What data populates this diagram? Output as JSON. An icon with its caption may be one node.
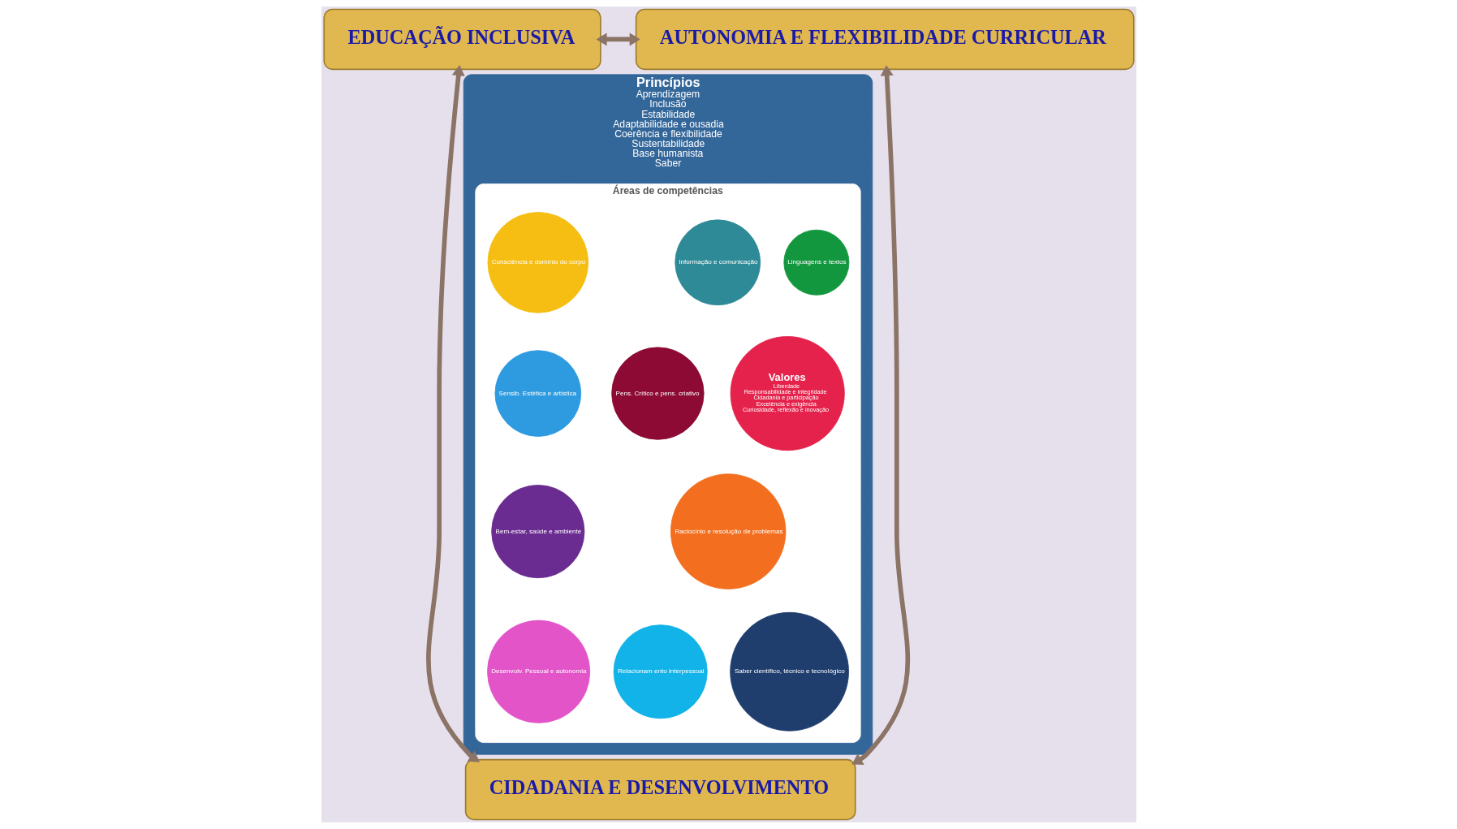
{
  "diagram": {
    "nodes": [
      {
        "text": [
          "EDUCAÇÃO INCLUSIVA"
        ]
      },
      {
        "text": [
          "AUTONOMIA E FLEXIBILIDADE CURRICULAR"
        ]
      },
      {
        "text": [
          "Princípios",
          "Aprendizagem",
          "Inclusão",
          "Estabilidade",
          "Adaptabilidade e ousadia",
          "Coerência e flexibilidade",
          "Sustentabilidade",
          "Base humanista",
          "Saber"
        ]
      },
      {
        "text": [
          "Áreas de competências"
        ],
        "in": 2
      },
      {
        "text": [
          "Valores",
          "Liberdade",
          "Responsabilidade e integridade",
          "Cidadania e participação",
          "Excelência e exigência",
          "Curiosidade, reflexão e inovação"
        ],
        "in": 3
      },
      {
        "text": [
          "Linguagens e textos"
        ],
        "in": 3
      },
      {
        "text": [
          "Informação e comunicação"
        ],
        "in": 3
      },
      {
        "text": [
          "Pens. Crítico e pens. criativo"
        ],
        "in": 3
      },
      {
        "text": [
          "Raciocínio e resolução de problemas"
        ],
        "in": 3
      },
      {
        "text": [
          "Saber científico, técnico e tecnológico"
        ],
        "in": 3
      },
      {
        "text": [
          "Relacionam ento interpessoal"
        ],
        "in": 3
      },
      {
        "text": [
          "Desenvolv. Pessoal e autonomia"
        ],
        "in": 3
      },
      {
        "text": [
          "Bem-estar, saúde e ambiente"
        ],
        "in": 3
      },
      {
        "text": [
          "Sensib. Estética e artística"
        ],
        "in": 3
      },
      {
        "text": [
          "Consciência e domínio do corpo"
        ],
        "in": 3
      },
      {
        "text": [
          "CIDADANIA E DESENVOLVIMENTO"
        ]
      }
    ],
    "edges": [
      {
        "from": 0,
        "to": 1,
        "arrow": "both"
      },
      {
        "from": 0,
        "to": 15,
        "arrow": "both"
      },
      {
        "from": 1,
        "to": 15,
        "arrow": "both"
      }
    ]
  }
}
